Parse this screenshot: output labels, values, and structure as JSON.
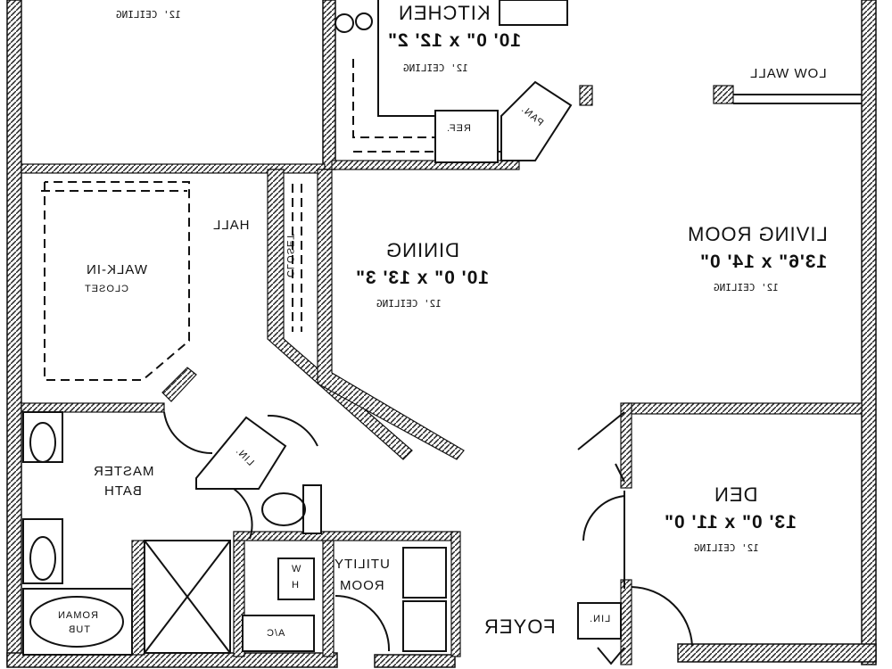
{
  "rooms": {
    "bedroom_ceiling": "12' CEILING",
    "kitchen": {
      "name": "KITCHEN",
      "dims": "10' 0\" x 12' 2\"",
      "ceiling": "12' CEILING"
    },
    "low_wall": "LOW WALL",
    "refrigerator": "REF.",
    "pantry": "PAN.",
    "hall": "HALL",
    "closet": "CLOSET",
    "dining": {
      "name": "DINING",
      "dims": "10' 0\" x 13' 3\"",
      "ceiling": "12' CEILING"
    },
    "living": {
      "name": "LIVING ROOM",
      "dims": "13'6\" x 14' 0\"",
      "ceiling": "12' CEILING"
    },
    "walkin": {
      "name": "WALK-IN",
      "sub": "CLOSET"
    },
    "linen_closet": "LIN.",
    "master_bath": {
      "line1": "MASTER",
      "line2": "BATH"
    },
    "den": {
      "name": "DEN",
      "dims": "13' 0\" x 11' 0\"",
      "ceiling": "12' CEILING"
    },
    "utility": {
      "line1": "UTILITY",
      "line2": "ROOM"
    },
    "water_heater": {
      "line1": "W",
      "line2": "H"
    },
    "ac": "A/C",
    "foyer": "FOYER",
    "linen2": "LIN.",
    "roman_tub": {
      "line1": "ROMAN",
      "line2": "TUB"
    }
  }
}
